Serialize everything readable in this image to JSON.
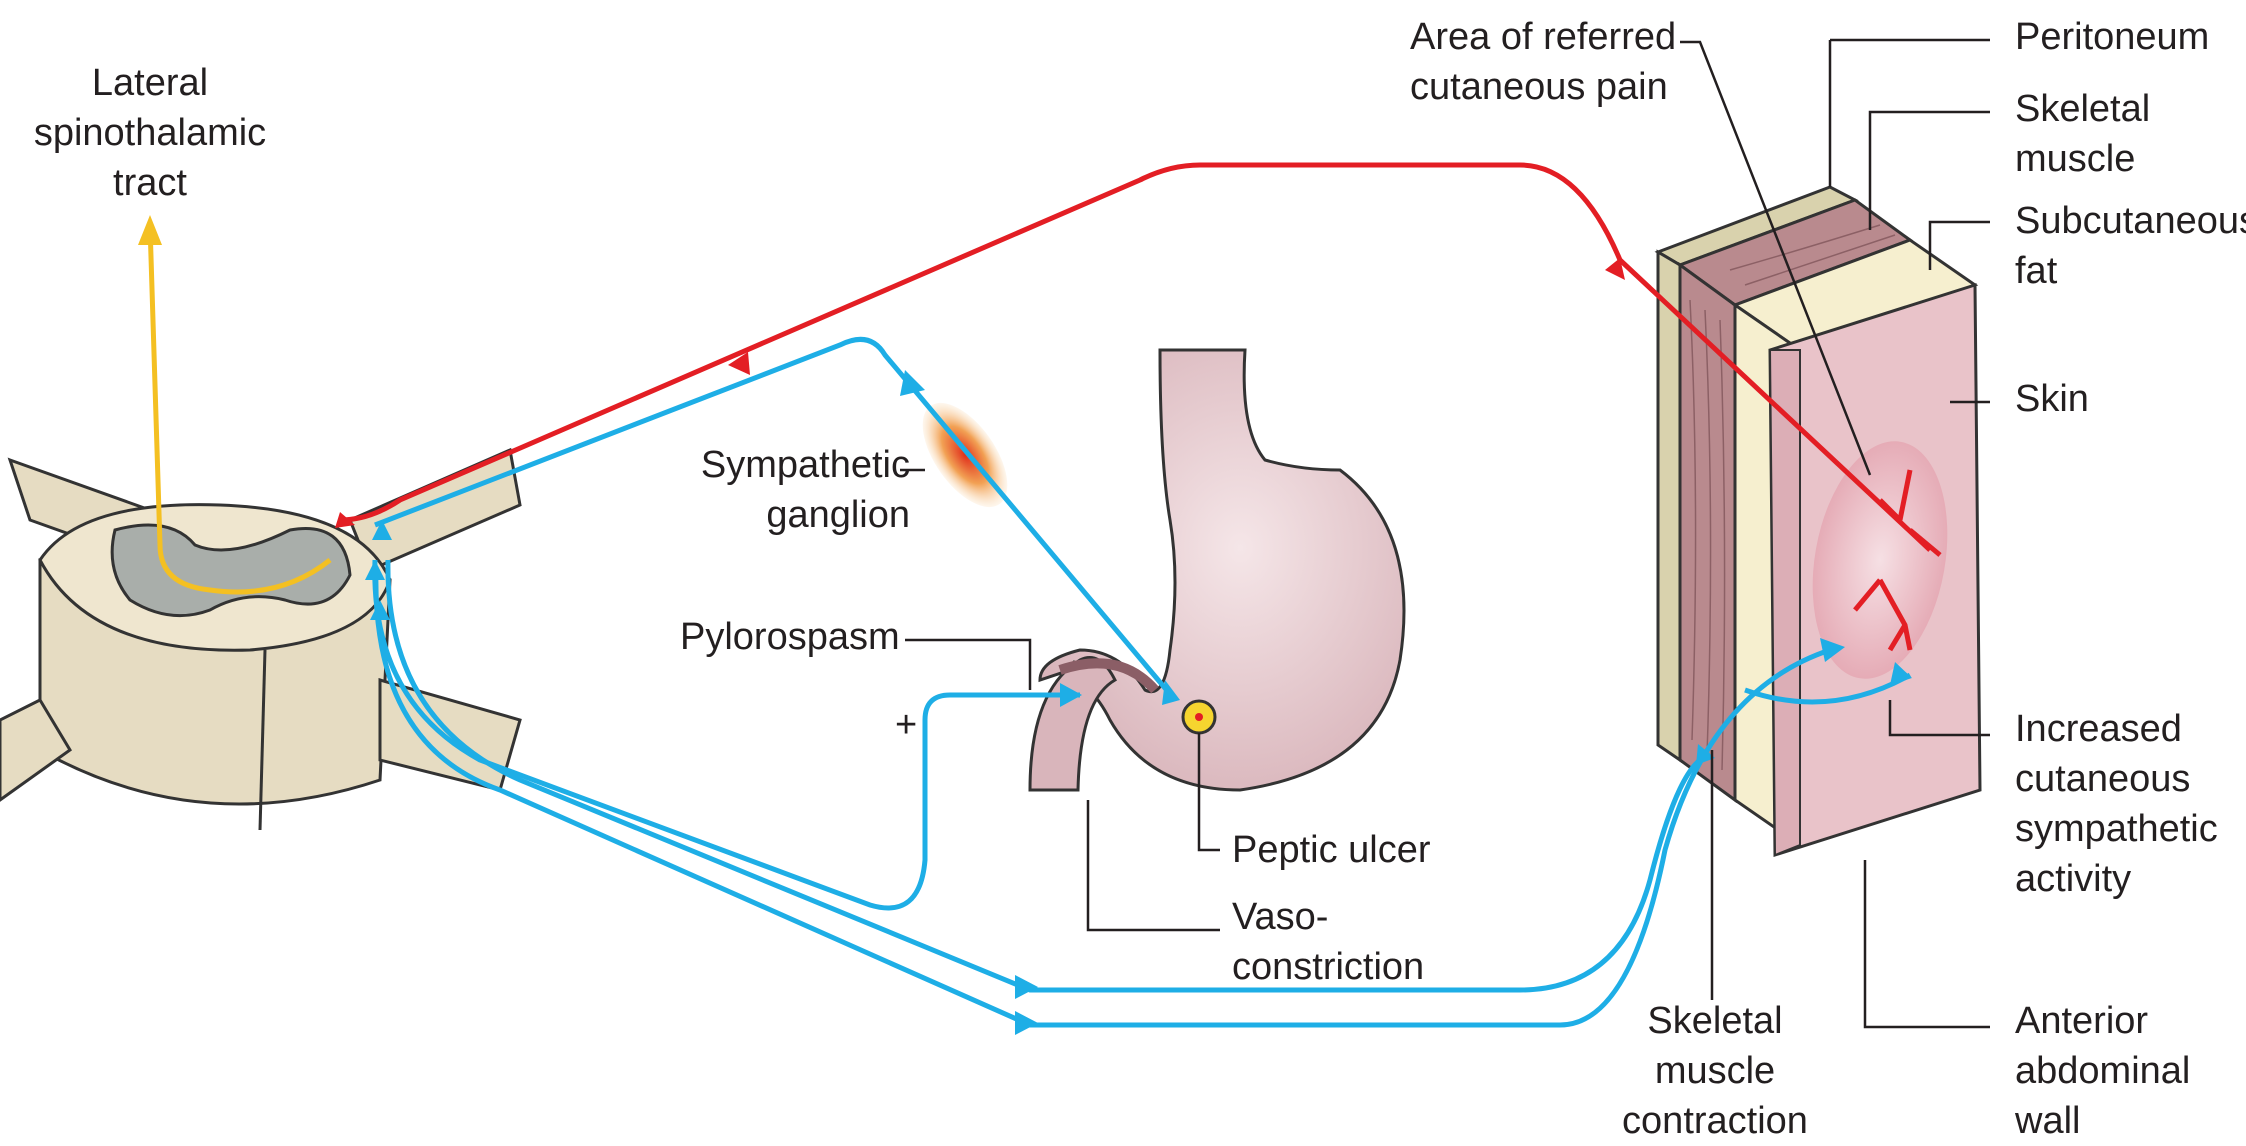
{
  "labels": {
    "lateral_tract": [
      "Lateral",
      "spinothalamic",
      "tract"
    ],
    "sympathetic_ganglion": [
      "Sympathetic",
      "ganglion"
    ],
    "pylorospasm": "Pylorospasm",
    "plus_sign": "+",
    "peptic_ulcer": "Peptic ulcer",
    "vasoconstriction": [
      "Vaso-",
      "constriction"
    ],
    "area_referred_pain": [
      "Area of referred",
      "cutaneous pain"
    ],
    "peritoneum": "Peritoneum",
    "skeletal_muscle": [
      "Skeletal",
      "muscle"
    ],
    "subcutaneous_fat": [
      "Subcutaneous",
      "fat"
    ],
    "skin": "Skin",
    "increased_sympathetic": [
      "Increased",
      "cutaneous",
      "sympathetic",
      "activity"
    ],
    "skeletal_muscle_contraction": [
      "Skeletal",
      "muscle",
      "contraction"
    ],
    "anterior_abdominal_wall": [
      "Anterior",
      "abdominal",
      "wall"
    ]
  },
  "colors": {
    "afferent_pathway": "#e31e24",
    "efferent_pathway": "#1eaee6",
    "ascending_tract": "#f4c022",
    "spinal_cord_tissue": "#e6dcc2",
    "stomach": "#e2c6cb",
    "skin_block": "#e9c3c9",
    "muscle_layer": "#b98a8e",
    "fat_layer": "#f6efcf"
  }
}
